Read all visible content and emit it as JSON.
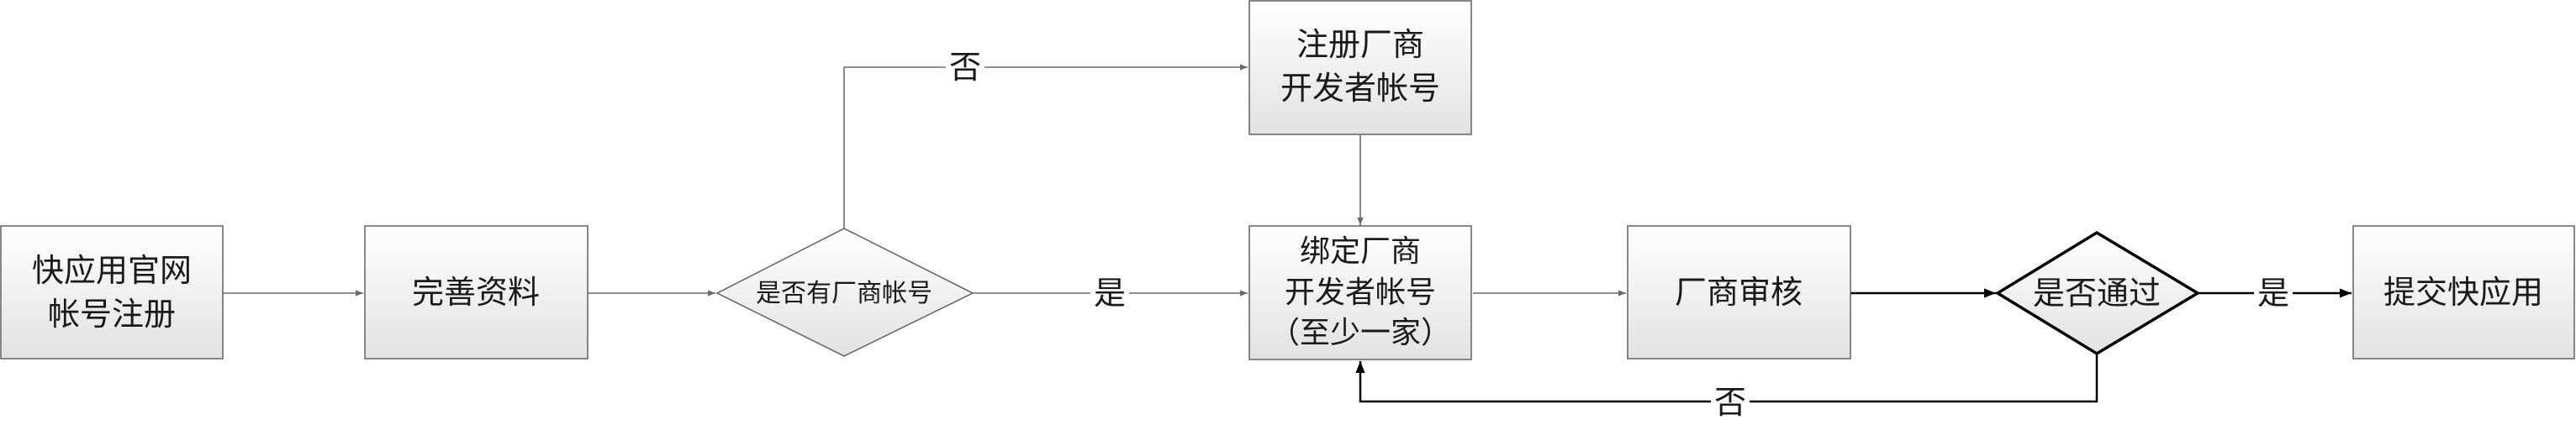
{
  "nodes": {
    "register_official": {
      "lines": [
        "快应用官网",
        "帐号注册"
      ]
    },
    "complete_info": {
      "lines": [
        "完善资料"
      ]
    },
    "has_vendor_account": {
      "lines": [
        "是否有厂商帐号"
      ]
    },
    "register_vendor_dev": {
      "lines": [
        "注册厂商",
        "开发者帐号"
      ]
    },
    "bind_vendor_dev": {
      "lines": [
        "绑定厂商",
        "开发者帐号",
        "（至少一家）"
      ]
    },
    "vendor_review": {
      "lines": [
        "厂商审核"
      ]
    },
    "passed": {
      "lines": [
        "是否通过"
      ]
    },
    "submit_app": {
      "lines": [
        "提交快应用"
      ]
    }
  },
  "edge_labels": {
    "no_to_register": "否",
    "yes_to_bind": "是",
    "yes_to_submit": "是",
    "no_back_to_bind": "否"
  },
  "colors": {
    "box_border": "#6a6a6a",
    "box_fill_top": "#ffffff",
    "box_fill_bottom": "#e4e4e4",
    "line": "#6a6a6a",
    "decision_bold_border": "#000000"
  }
}
